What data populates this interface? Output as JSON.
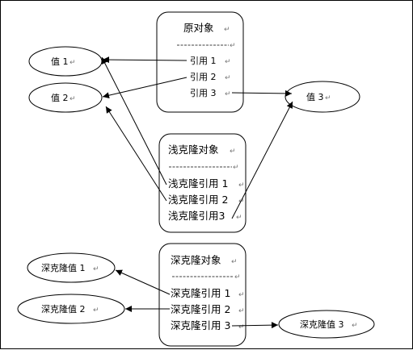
{
  "original": {
    "title": "原对象",
    "separator": "----------------",
    "refs": [
      "引用 1",
      "引用 2",
      "引用 3"
    ]
  },
  "shallow": {
    "title": "浅克隆对象",
    "separator": "----------------",
    "refs": [
      "浅克隆引用 1",
      "浅克隆引用 2",
      "浅克隆引用3"
    ]
  },
  "deep": {
    "title": "深克隆对象",
    "separator": "----------------",
    "refs": [
      "深克隆引用 1",
      "深克隆引用 2",
      "深克隆引用 3"
    ]
  },
  "values": [
    "值 1",
    "值 2",
    "值 3"
  ],
  "deep_values": [
    "深克隆值 1",
    "深克隆值 2",
    "深克隆值 3"
  ],
  "return_mark": "↵"
}
